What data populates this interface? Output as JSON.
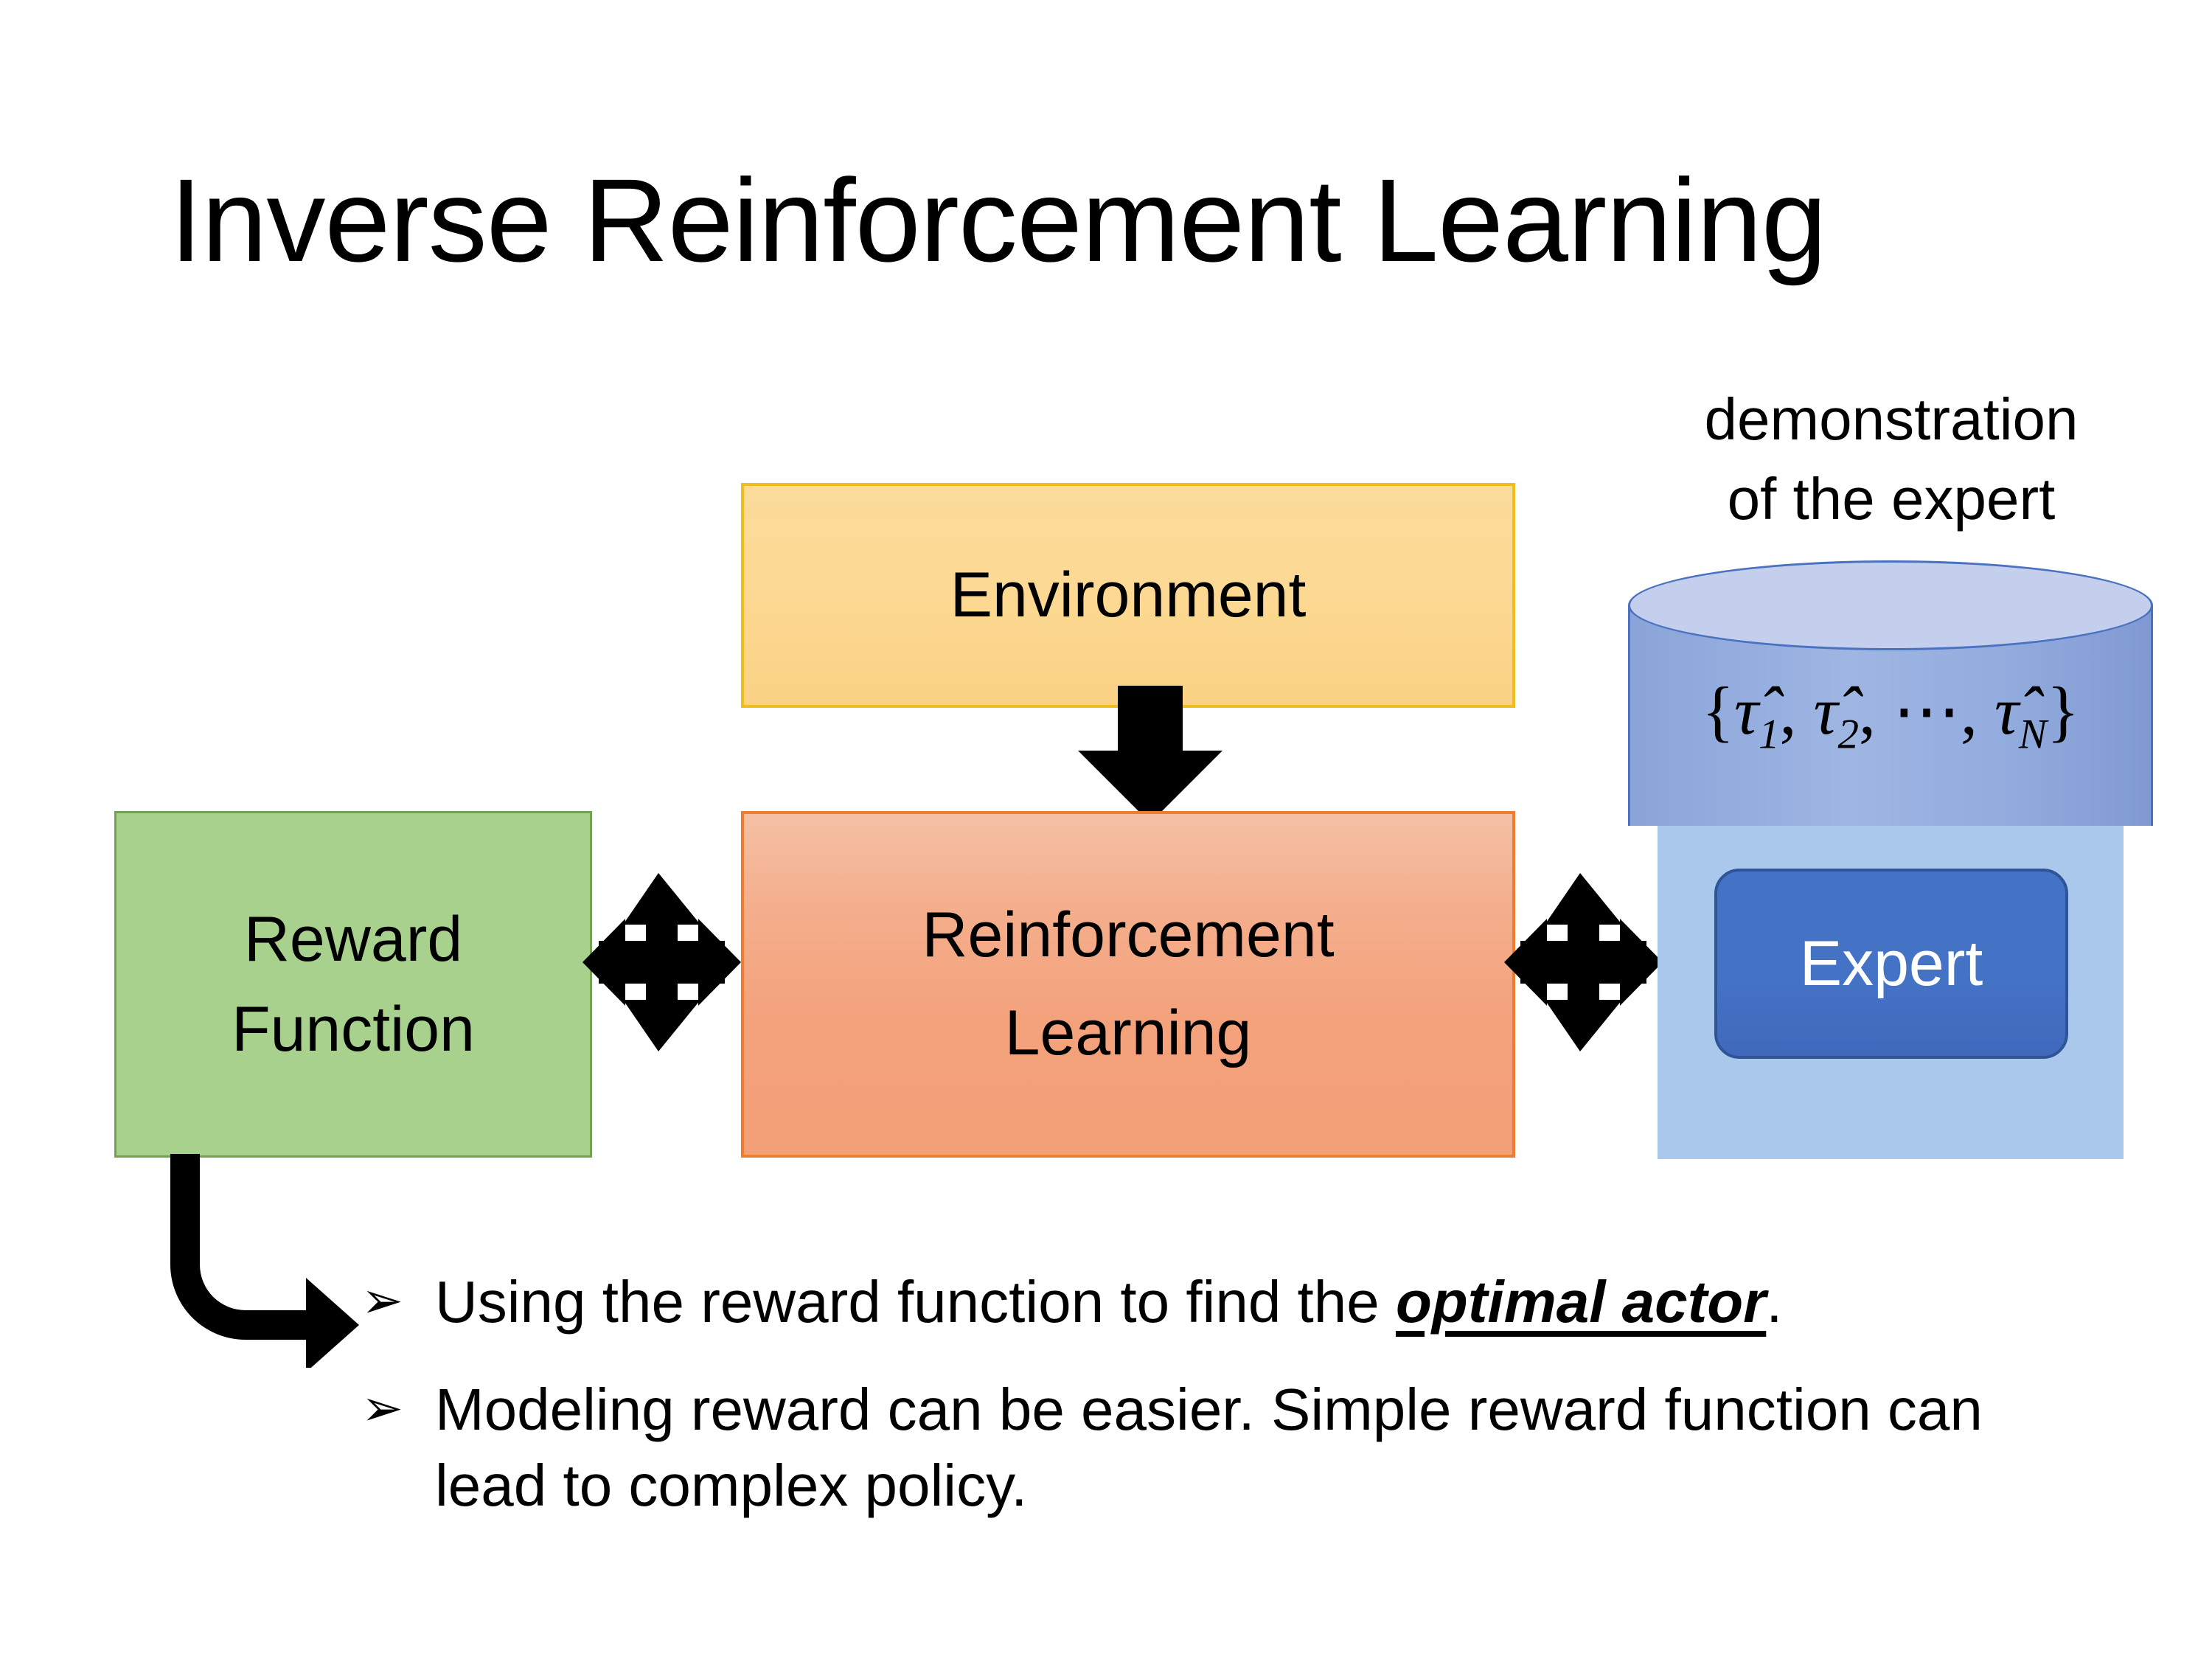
{
  "slide": {
    "title": "Inverse Reinforcement Learning",
    "background_color": "#FFFFFF"
  },
  "diagram": {
    "environment": {
      "label": "Environment",
      "fill_color": "#FBD894",
      "border_color": "#EFBE1E"
    },
    "reinforcement_learning": {
      "label_line1": "Reinforcement",
      "label_line2": "Learning",
      "fill_color": "#F3A87F",
      "border_color": "#ED7D31"
    },
    "reward_function": {
      "label_line1": "Reward",
      "label_line2": "Function",
      "fill_color": "#A9D18E",
      "border_color": "#74A251"
    },
    "expert_group": {
      "caption_line1": "demonstration",
      "caption_line2": "of the expert",
      "panel_color": "#A9C8EC",
      "cylinder": {
        "formula_open": "{",
        "formula_tau1": "τ̂1",
        "formula_tau2": "τ̂2",
        "formula_dots": "⋯",
        "formula_tauN": "τ̂N",
        "formula_close": "}",
        "formula_plain": "{τ̂₁, τ̂₂, ⋯, τ̂ₙ}",
        "body_color": "#93ACDE",
        "top_color": "#C3CFEC",
        "outline_color": "#4A72C0"
      },
      "expert": {
        "label": "Expert",
        "fill_color": "#4472C4",
        "border_color": "#2F5597",
        "text_color": "#FFFFFF"
      }
    },
    "arrows": {
      "environment_to_rl": "down-arrow-icon",
      "reward_to_rl": "quad-arrow-icon",
      "rl_to_expert": "quad-arrow-icon",
      "reward_to_bullet": "elbow-arrow-icon",
      "color": "#000000"
    }
  },
  "bullets": [
    {
      "marker": "➢",
      "text_before": "Using the reward function to find the ",
      "emphasis": "optimal actor",
      "text_after": "."
    },
    {
      "marker": "➢",
      "text_before": "Modeling reward can be easier. Simple reward function can lead to complex policy.",
      "emphasis": "",
      "text_after": ""
    }
  ]
}
